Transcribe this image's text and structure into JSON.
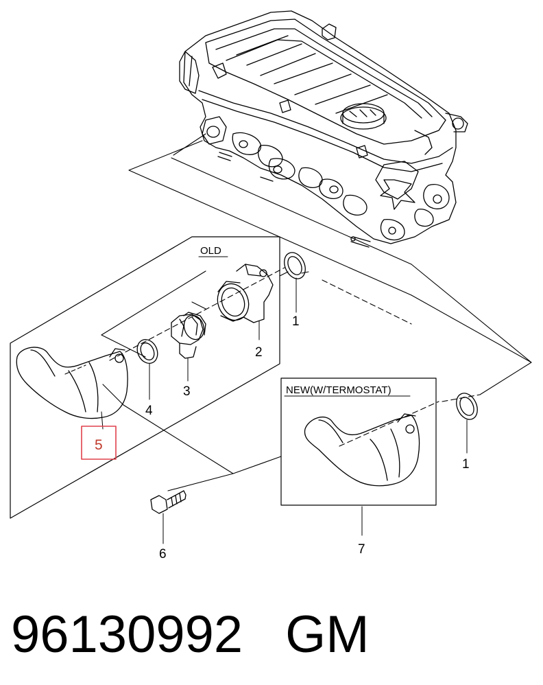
{
  "diagram": {
    "box_old_label": "OLD",
    "box_new_label": "NEW(W/TERMOSTAT)",
    "callouts": {
      "c1a": "1",
      "c1b": "1",
      "c2": "2",
      "c3": "3",
      "c4": "4",
      "c5": "5",
      "c6": "6",
      "c7": "7"
    },
    "highlight_color": "#e0414b"
  },
  "footer": {
    "part_number": "96130992",
    "brand": "GM"
  }
}
